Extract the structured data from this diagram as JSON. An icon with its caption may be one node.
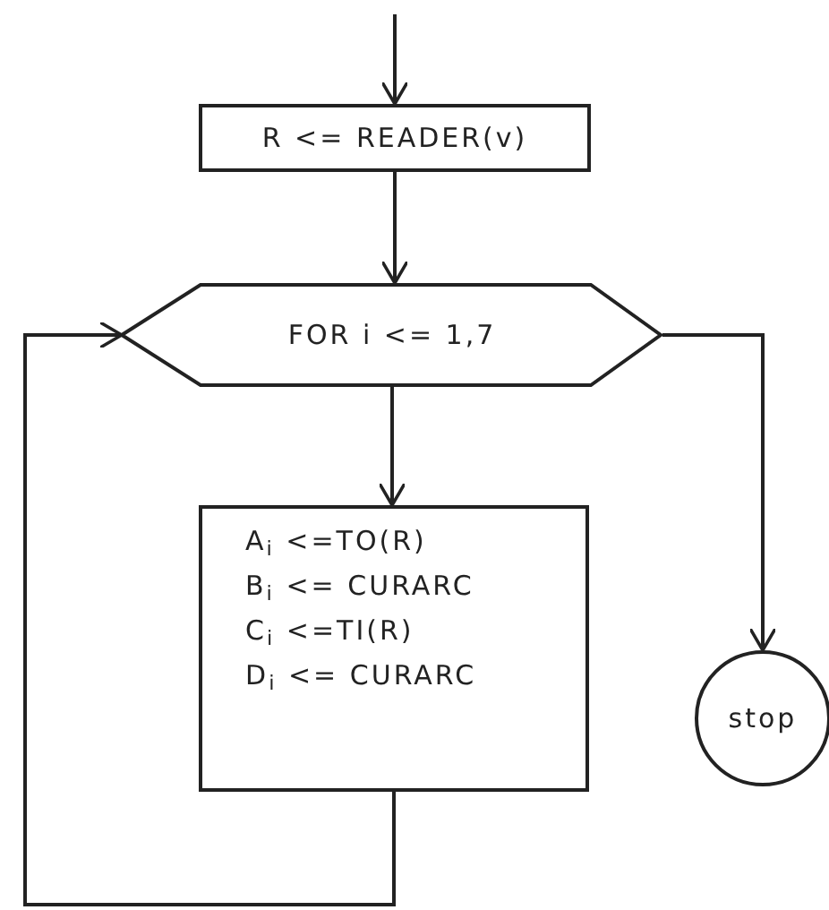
{
  "diagram": {
    "nodes": [
      {
        "text": [
          "R <= READER(v)"
        ]
      },
      {
        "text": [
          "FOR i <= 1,7"
        ]
      },
      {
        "text": [
          "A$_{i}$ <=TO(R)",
          "B$_{i}$ <= CURARC",
          "C$_{i}$ <=TI(R)",
          "D$_{i}$ <= CURARC"
        ]
      },
      {
        "text": [
          "stop"
        ]
      }
    ],
    "edges": [
      {
        "from": null,
        "to": 0,
        "arrow": "to"
      },
      {
        "from": 0,
        "to": 1,
        "arrow": "to"
      },
      {
        "from": 1,
        "to": 2,
        "arrow": "to"
      },
      {
        "from": 2,
        "to": 1,
        "arrow": "to"
      },
      {
        "from": 1,
        "to": 3,
        "arrow": "to"
      }
    ]
  }
}
